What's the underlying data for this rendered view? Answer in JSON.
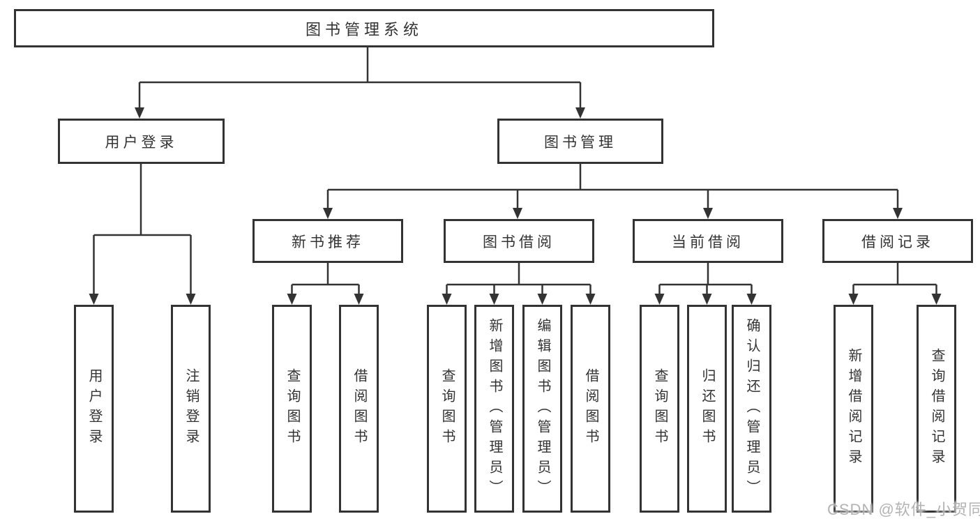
{
  "diagram": {
    "root": {
      "label": "图书管理系统"
    },
    "level2": [
      {
        "label": "用户登录"
      },
      {
        "label": "图书管理"
      }
    ],
    "level3": [
      {
        "label": "新书推荐"
      },
      {
        "label": "图书借阅"
      },
      {
        "label": "当前借阅"
      },
      {
        "label": "借阅记录"
      }
    ],
    "leaves": [
      {
        "label": "用户登录"
      },
      {
        "label": "注销登录"
      },
      {
        "label": "查询图书"
      },
      {
        "label": "借阅图书"
      },
      {
        "label": "查询图书"
      },
      {
        "label": "新增图书（管理员）"
      },
      {
        "label": "编辑图书（管理员）"
      },
      {
        "label": "借阅图书"
      },
      {
        "label": "查询图书"
      },
      {
        "label": "归还图书"
      },
      {
        "label": "确认归还（管理员）"
      },
      {
        "label": "新增借阅记录"
      },
      {
        "label": "查询借阅记录"
      }
    ]
  },
  "watermark": {
    "text": "CSDN @软件_小贺同学"
  },
  "colors": {
    "line": "#333333",
    "box_border": "#333333",
    "text": "#333333",
    "background": "#ffffff",
    "watermark": "#adadad"
  }
}
